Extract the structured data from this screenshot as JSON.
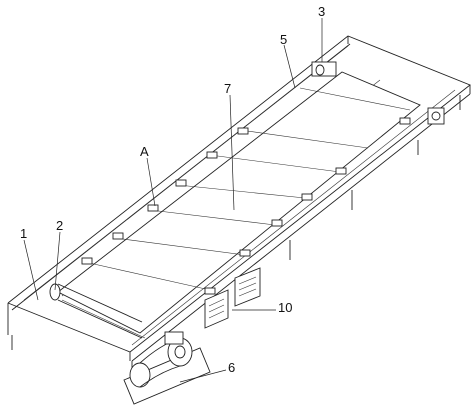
{
  "figure": {
    "labels": {
      "l1": "1",
      "l2": "2",
      "l3": "3",
      "l5": "5",
      "l6": "6",
      "l7": "7",
      "l10": "10",
      "lA": "A"
    }
  }
}
